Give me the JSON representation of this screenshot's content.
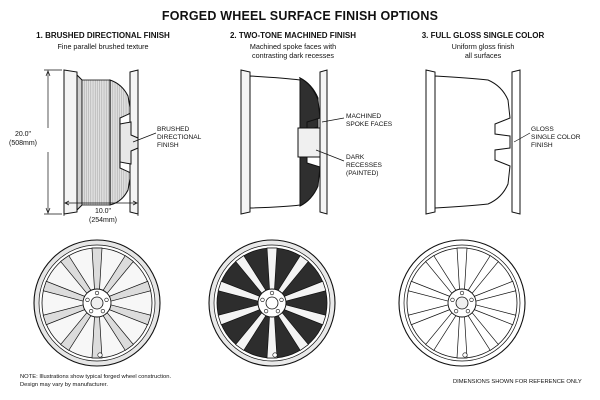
{
  "title": "FORGED WHEEL SURFACE FINISH OPTIONS",
  "options": [
    {
      "heading": "1. BRUSHED DIRECTIONAL FINISH",
      "subtitle": "Fine parallel brushed texture",
      "callouts": [
        "BRUSHED\nDIRECTIONAL\nFINISH"
      ]
    },
    {
      "heading": "2. TWO-TONE MACHINED FINISH",
      "subtitle": "Machined spoke faces with\ncontrasting dark recesses",
      "callouts": [
        "MACHINED\nSPOKE FACES",
        "DARK\nRECESSES\n(PAINTED)"
      ]
    },
    {
      "heading": "3. FULL GLOSS SINGLE COLOR",
      "subtitle": "Uniform gloss finish\nall surfaces",
      "callouts": [
        "GLOSS\nSINGLE COLOR\nFINISH"
      ]
    }
  ],
  "dimensions": {
    "diameter": "20.0\"\n(508mm)",
    "width": "10.0\"\n(254mm)"
  },
  "footer": {
    "note": "NOTE: Illustrations show typical forged wheel construction.\n        Design may vary by manufacturer.",
    "reference": "DIMENSIONS SHOWN FOR REFERENCE ONLY"
  },
  "colors": {
    "ink": "#111111",
    "brushed_fill": "#e2e2e2",
    "dark_recess": "#3a3a3a",
    "machined_face": "#f2f2f2"
  }
}
